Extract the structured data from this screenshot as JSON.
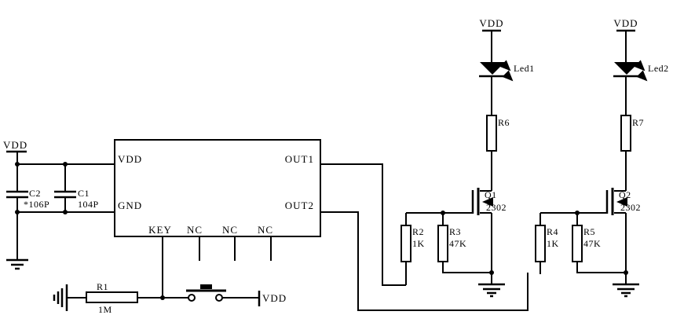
{
  "labels": {
    "vdd": "VDD"
  },
  "ic": {
    "pin_vdd": "VDD",
    "pin_gnd": "GND",
    "pin_out1": "OUT1",
    "pin_out2": "OUT2",
    "pin_key": "KEY",
    "pin_nc": "NC"
  },
  "components": {
    "c2": {
      "ref": "C2",
      "value": "*106P"
    },
    "c1": {
      "ref": "C1",
      "value": "104P"
    },
    "r1": {
      "ref": "R1",
      "value": "1M"
    },
    "r2": {
      "ref": "R2",
      "value": "1K"
    },
    "r3": {
      "ref": "R3",
      "value": "47K"
    },
    "r4": {
      "ref": "R4",
      "value": "1K"
    },
    "r5": {
      "ref": "R5",
      "value": "47K"
    },
    "r6": {
      "ref": "R6"
    },
    "r7": {
      "ref": "R7"
    },
    "q1": {
      "ref": "Q1",
      "part": "2302"
    },
    "q2": {
      "ref": "Q2",
      "part": "2302"
    },
    "led1": {
      "ref": "Led1"
    },
    "led2": {
      "ref": "Led2"
    }
  },
  "colors": {
    "line": "#000000",
    "background": "#ffffff"
  }
}
